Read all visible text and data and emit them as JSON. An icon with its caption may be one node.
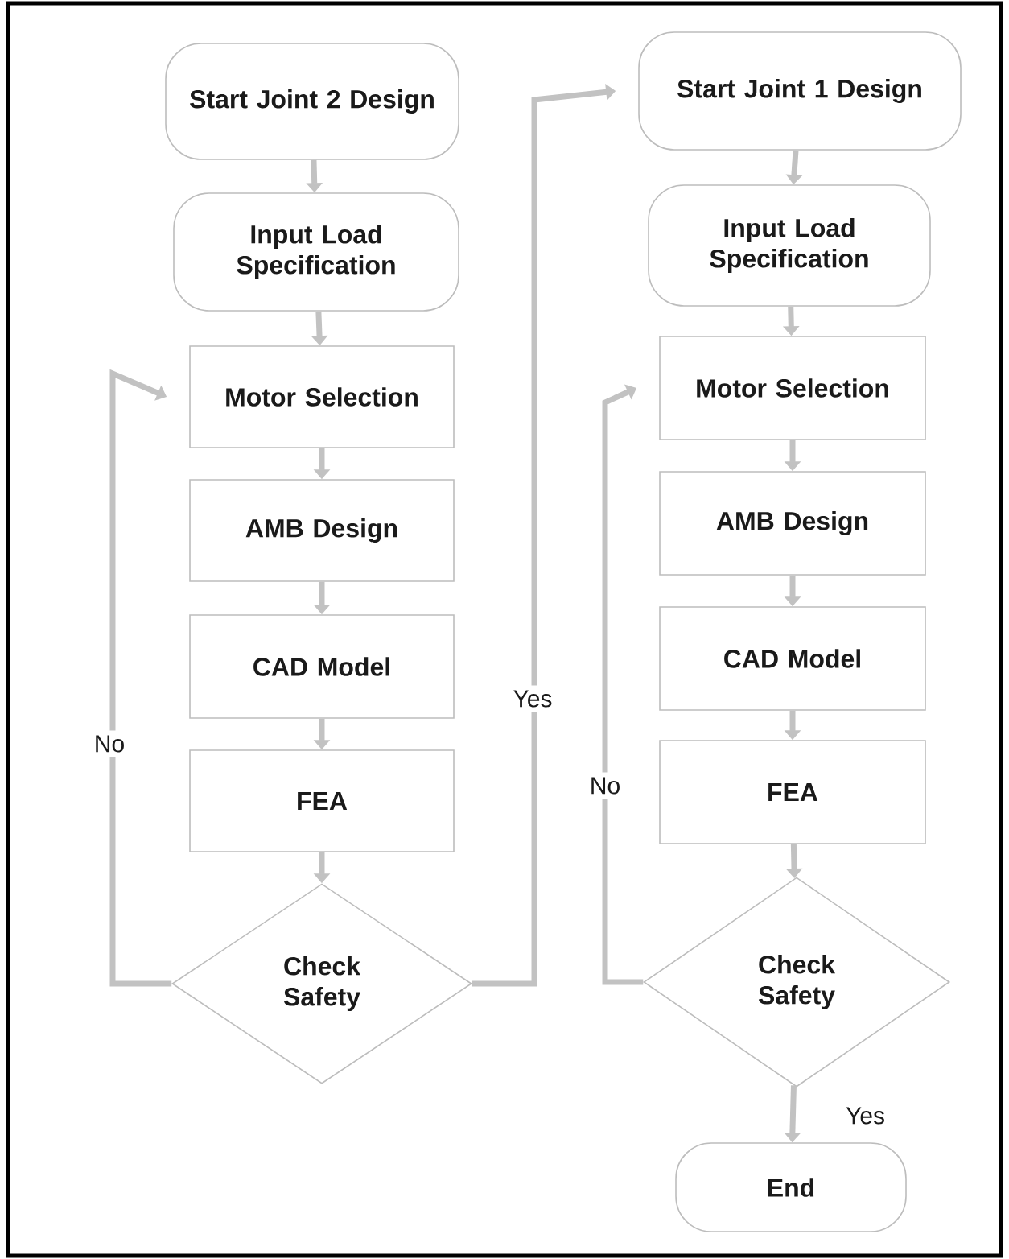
{
  "diagram": {
    "nodes": [
      {
        "text": [
          "Start Joint 2 Design"
        ]
      },
      {
        "text": [
          "Input Load Specification"
        ]
      },
      {
        "text": [
          "Motor Selection"
        ]
      },
      {
        "text": [
          "AMB Design"
        ]
      },
      {
        "text": [
          "CAD Model"
        ]
      },
      {
        "text": [
          "FEA"
        ]
      },
      {
        "text": [
          "Check Safety"
        ]
      },
      {
        "text": [
          "Start Joint 1 Design"
        ]
      },
      {
        "text": [
          "Input Load Specification"
        ]
      },
      {
        "text": [
          "Motor Selection"
        ]
      },
      {
        "text": [
          "AMB Design"
        ]
      },
      {
        "text": [
          "CAD Model"
        ]
      },
      {
        "text": [
          "FEA"
        ]
      },
      {
        "text": [
          "Check Safety"
        ]
      },
      {
        "text": [
          "End"
        ]
      }
    ],
    "edges": [
      {
        "from": 0,
        "to": 1,
        "arrow": "to"
      },
      {
        "from": 1,
        "to": 2,
        "arrow": "to"
      },
      {
        "from": 2,
        "to": 3,
        "arrow": "to"
      },
      {
        "from": 3,
        "to": 4,
        "arrow": "to"
      },
      {
        "from": 4,
        "to": 5,
        "arrow": "to"
      },
      {
        "from": 5,
        "to": 6,
        "arrow": "to"
      },
      {
        "from": 6,
        "to": 2,
        "arrow": "to",
        "label": "No"
      },
      {
        "from": 6,
        "to": 7,
        "arrow": "to",
        "label": "Yes"
      },
      {
        "from": 7,
        "to": 8,
        "arrow": "to"
      },
      {
        "from": 8,
        "to": 9,
        "arrow": "to"
      },
      {
        "from": 9,
        "to": 10,
        "arrow": "to"
      },
      {
        "from": 10,
        "to": 11,
        "arrow": "to"
      },
      {
        "from": 11,
        "to": 12,
        "arrow": "to"
      },
      {
        "from": 12,
        "to": 13,
        "arrow": "to"
      },
      {
        "from": 13,
        "to": 9,
        "arrow": "to",
        "label": "No"
      },
      {
        "from": 13,
        "to": 14,
        "arrow": "to",
        "label": "Yes"
      }
    ]
  }
}
